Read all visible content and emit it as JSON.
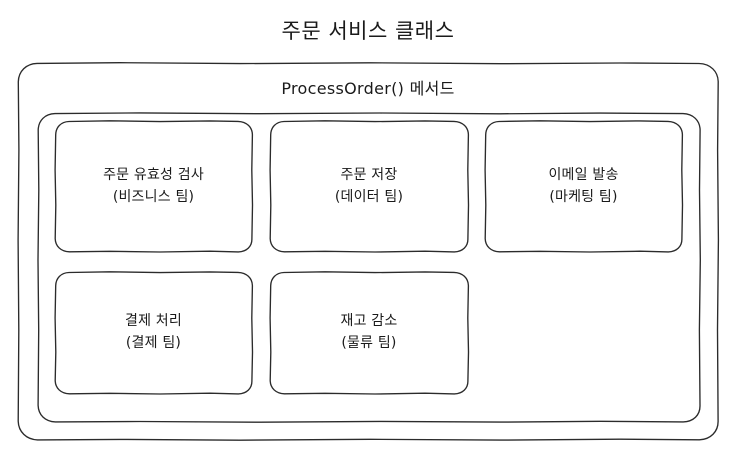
{
  "title": "주문 서비스 클래스",
  "method_frame": {
    "label": "ProcessOrder() 메서드"
  },
  "steps": [
    {
      "name": "order-validation",
      "action": "주문 유효성 검사",
      "team": "(비즈니스 팀)"
    },
    {
      "name": "order-save",
      "action": "주문 저장",
      "team": "(데이터 팀)"
    },
    {
      "name": "email-send",
      "action": "이메일 발송",
      "team": "(마케팅 팀)"
    },
    {
      "name": "payment-process",
      "action": "결제 처리",
      "team": "(결제 팀)"
    },
    {
      "name": "inventory-reduce",
      "action": "재고 감소",
      "team": "(물류 팀)"
    }
  ],
  "colors": {
    "stroke": "#2b2b2b",
    "text": "#1a1a1a",
    "background": "#ffffff"
  }
}
